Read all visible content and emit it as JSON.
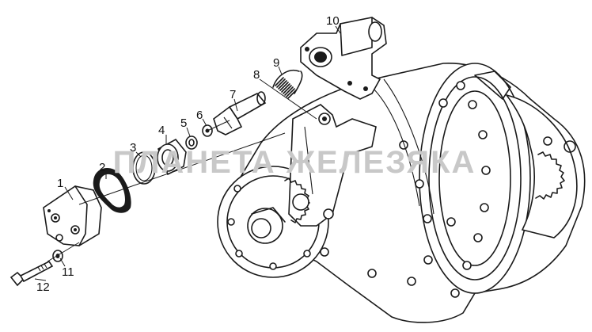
{
  "watermark": {
    "text": "ПЛАНЕТА ЖЕЛЕЗЯКА"
  },
  "callouts": [
    {
      "id": "1",
      "label": "1"
    },
    {
      "id": "2",
      "label": "2"
    },
    {
      "id": "3",
      "label": "3"
    },
    {
      "id": "4",
      "label": "4"
    },
    {
      "id": "5",
      "label": "5"
    },
    {
      "id": "6",
      "label": "6"
    },
    {
      "id": "7",
      "label": "7"
    },
    {
      "id": "8",
      "label": "8"
    },
    {
      "id": "9",
      "label": "9"
    },
    {
      "id": "10",
      "label": "10"
    },
    {
      "id": "11",
      "label": "11"
    },
    {
      "id": "12",
      "label": "12"
    }
  ],
  "colors": {
    "ink": "#1a1a1a",
    "watermark": "#c8c8c8",
    "background": "#ffffff"
  }
}
